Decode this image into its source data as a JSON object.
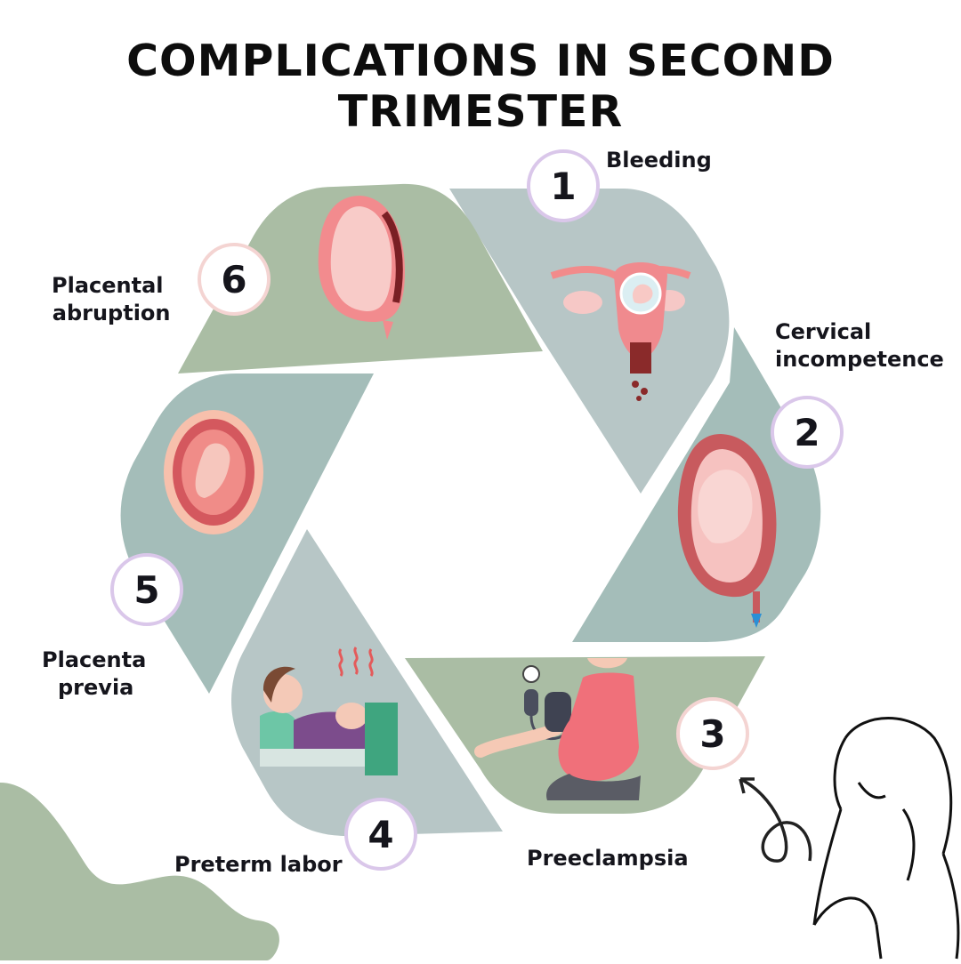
{
  "title": "COMPLICATIONS IN SECOND TRIMESTER",
  "colors": {
    "green_segment": "#aabda4",
    "blue_segment": "#b7c6c6",
    "teal_segment": "#a4bdb9",
    "circle_border_purple": "#dac7ea",
    "circle_border_pink": "#f4d4d2",
    "text": "#15151c"
  },
  "steps": [
    {
      "number": "1",
      "label_lines": [
        "Bleeding"
      ],
      "icon": "uterus-bleeding-illustration"
    },
    {
      "number": "2",
      "label_lines": [
        "Cervical",
        "incompetence"
      ],
      "icon": "fetus-in-womb-illustration"
    },
    {
      "number": "3",
      "label_lines": [
        "Preeclampsia"
      ],
      "icon": "pregnant-woman-blood-pressure-illustration"
    },
    {
      "number": "4",
      "label_lines": [
        "Preterm labor"
      ],
      "icon": "woman-in-labor-illustration"
    },
    {
      "number": "5",
      "label_lines": [
        "Placenta",
        "previa"
      ],
      "icon": "fetus-in-uterus-illustration"
    },
    {
      "number": "6",
      "label_lines": [
        "Placental",
        "abruption"
      ],
      "icon": "placental-abruption-illustration"
    }
  ]
}
